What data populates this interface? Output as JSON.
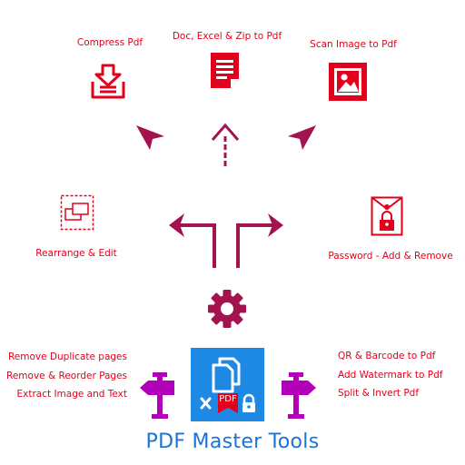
{
  "labels": {
    "compress": "Compress Pdf",
    "doc_excel_zip": "Doc, Excel & Zip to Pdf",
    "scan_image": "Scan Image to Pdf",
    "rearrange": "Rearrange & Edit",
    "password": "Password - Add & Remove"
  },
  "left_tools": [
    "Remove Duplicate pages",
    "Remove & Reorder Pages",
    "Extract Image and Text"
  ],
  "right_tools": [
    "QR & Barcode to Pdf",
    "Add Watermark to Pdf",
    "Split & Invert Pdf"
  ],
  "app_icon": {
    "badge_text": "PDF"
  },
  "title": "PDF Master Tools",
  "colors": {
    "accent_red": "#e3001b",
    "arrow_maroon": "#a3134f",
    "signpost_magenta": "#b100b8",
    "title_blue": "#1a73d9",
    "icon_tile_blue": "#1e88e5"
  },
  "icons": [
    "compress-icon",
    "document-icon",
    "image-icon",
    "rearrange-icon",
    "padlock-envelope-icon",
    "gear-icon",
    "signpost-left-icon",
    "signpost-right-icon"
  ]
}
